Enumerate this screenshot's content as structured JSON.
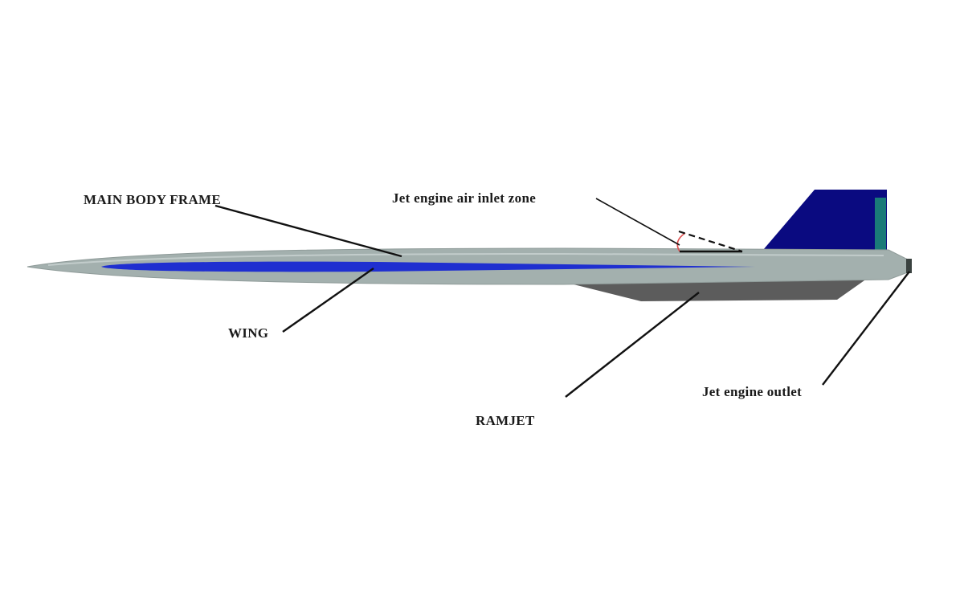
{
  "labels": {
    "main_body_frame": "MAIN BODY FRAME",
    "air_inlet_zone": "Jet engine air inlet zone",
    "wing": "WING",
    "ramjet": "RAMJET",
    "engine_outlet": "Jet engine outlet"
  },
  "colors": {
    "fuselage": "#a3b0ae",
    "fuselage_edge": "#8f9b99",
    "wing_stripe": "#1f2fd0",
    "ramjet": "#5c5c5c",
    "tail_fin": "#0a0a80",
    "tail_trim": "#1a7a78",
    "inlet_arc": "#e05050",
    "leader_line": "#111111"
  }
}
